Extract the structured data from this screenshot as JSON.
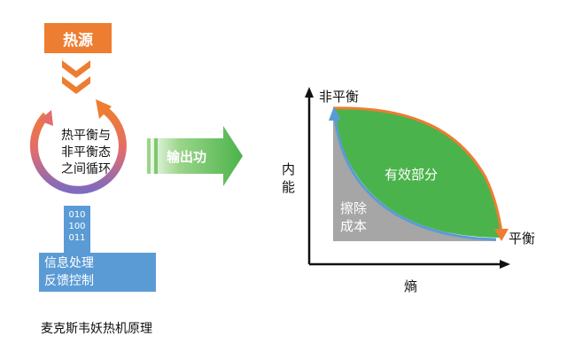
{
  "heat_source": "热源",
  "cycle": {
    "line1": "热平衡与",
    "line2": "非平衡态",
    "line3": "之间循环"
  },
  "bits": [
    "010",
    "100",
    "011"
  ],
  "info": {
    "line1": "信息处理",
    "line2": "反馈控制"
  },
  "output": "输出功",
  "caption": "麦克斯韦妖热机原理",
  "graph": {
    "y_axis_top": "非平衡",
    "y_axis_label": [
      "内",
      "能"
    ],
    "x_axis_label": "熵",
    "x_axis_end": "平衡",
    "useful_part": "有效部分",
    "cost_label": [
      "擦除",
      "成本"
    ]
  },
  "colors": {
    "orange": "#ED7D31",
    "blue": "#5B9BD5",
    "green": "#4BB34B",
    "gray": "#A6A6A6",
    "purple": "#8E6BB8",
    "pink": "#E36C6C"
  }
}
